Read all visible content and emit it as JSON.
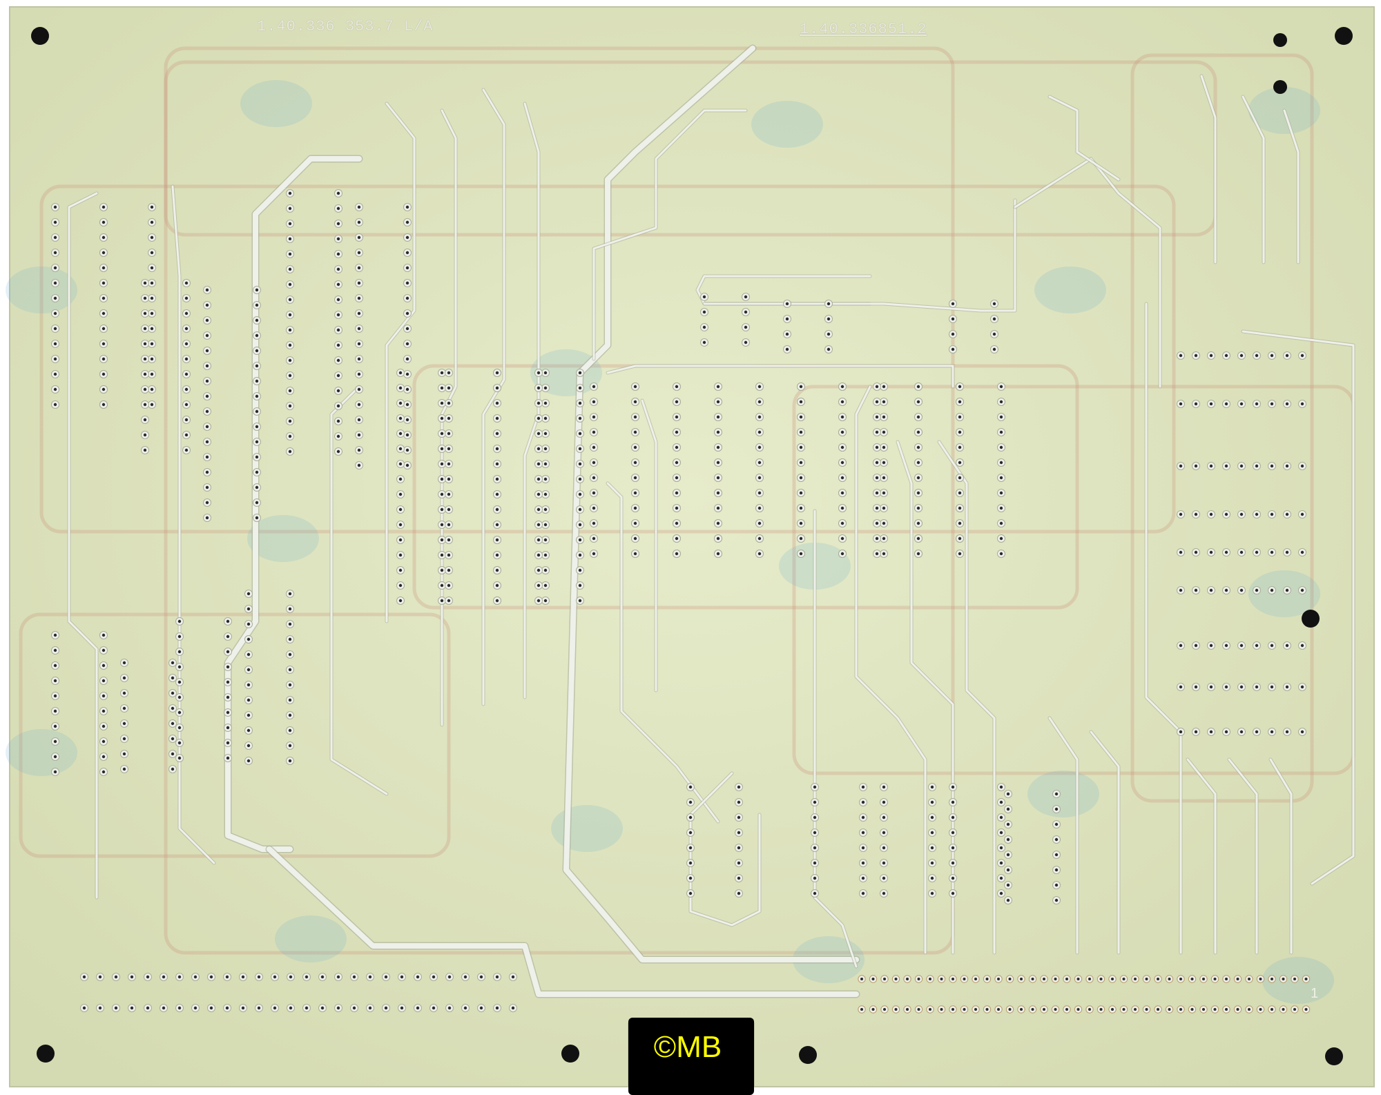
{
  "board": {
    "silkscreen_left": "1.40.336 353.7 L/A",
    "silkscreen_right": "1.40.336851.2",
    "pin_marker": "1",
    "copyright": "©MB"
  },
  "colors": {
    "substrate": "#dde3bf",
    "copper": "#eef0ea",
    "copper_edge": "#a9ad98",
    "drill": "#2a2a2a",
    "mount_hole": "#111111",
    "backside_red": "#c98f7a",
    "backside_blue": "#5aa6d6",
    "notch": "#000000",
    "logo_text": "#ffff00"
  },
  "icons": {
    "mount_hole": "mount-hole-icon",
    "via": "via-icon",
    "ic_footprint": "ic-footprint-icon"
  }
}
